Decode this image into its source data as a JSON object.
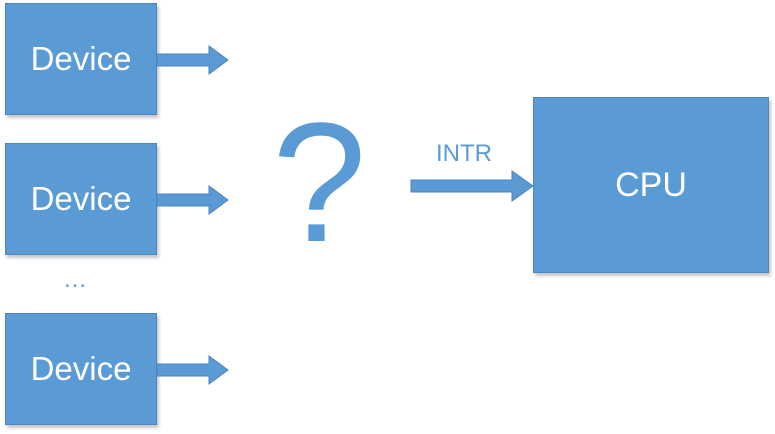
{
  "colors": {
    "box_fill": "#5b9bd5",
    "box_border": "#4a86bf",
    "label": "#5b9bd5",
    "arrow": "#5b9bd5"
  },
  "devices": [
    {
      "label": "Device"
    },
    {
      "label": "Device"
    },
    {
      "label": "Device"
    }
  ],
  "ellipsis": "…",
  "question_mark": "?",
  "interrupt_label": "INTR",
  "cpu": {
    "label": "CPU"
  }
}
